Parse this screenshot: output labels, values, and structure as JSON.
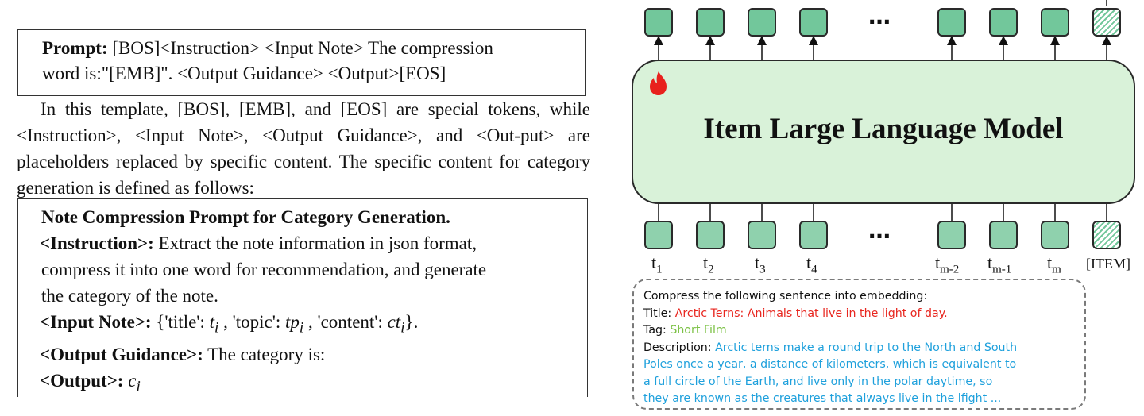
{
  "prompt_box": {
    "label": "Prompt:",
    "line1_rest": " [BOS]<Instruction> <Input Note> The compression",
    "line2": "word is:\"[EMB]\". <Output Guidance> <Output>[EOS]"
  },
  "paragraph": {
    "text": "In this template, [BOS], [EMB], and [EOS] are special tokens, while <Instruction>, <Input Note>, <Output Guidance>, and <Out-put> are placeholders replaced by specific content. The specific content for category generation is defined as follows:"
  },
  "note_box": {
    "title": "Note Compression Prompt for Category Generation.",
    "instruction_label": "<Instruction>:",
    "instruction_line1": " Extract the note information in json format,",
    "instruction_line2": "compress it into one word for recommendation, and generate",
    "instruction_line3": "the category of the note.",
    "input_label": "<Input Note>:",
    "input_part1": " {'title': ",
    "input_var1": "t",
    "input_var1_sub": "i",
    "input_part2": " , 'topic': ",
    "input_var2": "tp",
    "input_var2_sub": "i",
    "input_part3": " , 'content': ",
    "input_var3": "ct",
    "input_var3_sub": "i",
    "input_part4": "}.",
    "guidance_label": "<Output Guidance>:",
    "guidance_text": " The category is:",
    "output_label": "<Output>:",
    "output_var": "c",
    "output_var_sub": "i"
  },
  "diagram": {
    "model_title": "Item Large Language Model",
    "ellipsis_top": "…",
    "ellipsis_bottom": "…",
    "tokens": [
      {
        "base": "t",
        "sub": "1"
      },
      {
        "base": "t",
        "sub": "2"
      },
      {
        "base": "t",
        "sub": "3"
      },
      {
        "base": "t",
        "sub": "4"
      },
      {
        "base": "t",
        "sub": "m-2"
      },
      {
        "base": "t",
        "sub": "m-1"
      },
      {
        "base": "t",
        "sub": "m"
      }
    ],
    "item_token": "[ITEM]",
    "icon": "flame-icon",
    "token_color": "#72c79b",
    "model_fill": "#d9f2d9"
  },
  "embedding_example": {
    "header": "Compress the following sentence into embedding:",
    "title_label": "Title: ",
    "title_value": "Arctic Terns: Animals that live in the light of day.",
    "tag_label": "Tag: ",
    "tag_value": "Short Film",
    "desc_label": "Description: ",
    "desc_line1": "Arctic terns make a round trip to the North and South",
    "desc_line2": "Poles once a year, a distance of kilometers, which is equivalent to",
    "desc_line3": "a full circle of the Earth, and live only in the polar daytime, so",
    "desc_line4": "they are known as the creatures that always live in the lfight ...",
    "colors": {
      "title": "#e8261f",
      "tag": "#7bc144",
      "description": "#1ea0dc"
    }
  }
}
